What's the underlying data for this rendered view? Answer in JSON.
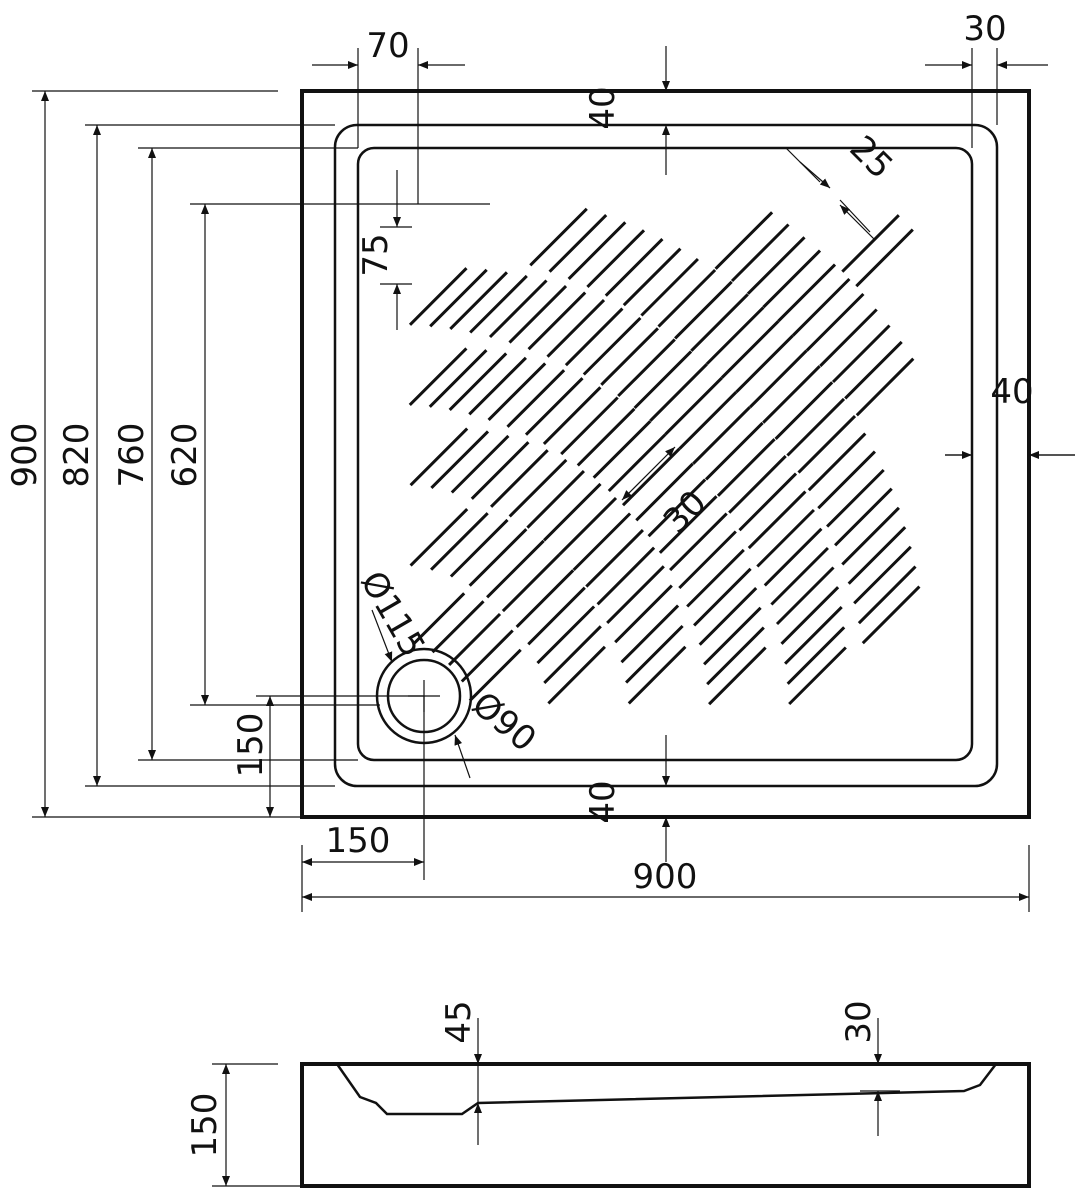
{
  "plan": {
    "width_label": "900",
    "height_label": "900",
    "inner_820": "820",
    "inner_760": "760",
    "inner_620": "620",
    "drain_offset_y": "150",
    "drain_offset_x": "150",
    "rim_top": "40",
    "rim_bottom": "40",
    "rim_right": "40",
    "rim_right_top": "30",
    "margin_left_top": "70",
    "hatch_inset": "75",
    "corner_gap": "25",
    "hatch_spacing": "30",
    "drain_outer": "Ø115",
    "drain_inner": "Ø90"
  },
  "section": {
    "height_label": "150",
    "depth_left": "45",
    "depth_right": "30"
  }
}
